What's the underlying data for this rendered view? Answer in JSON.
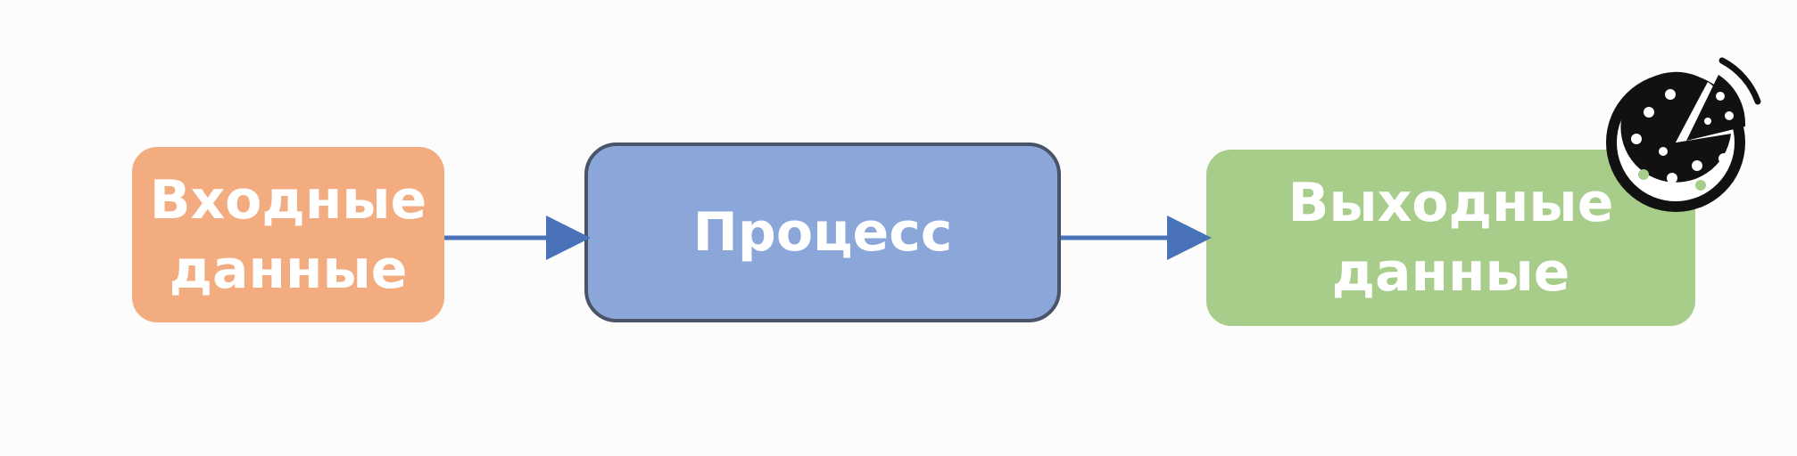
{
  "diagram": {
    "nodes": [
      {
        "id": "input",
        "label": "Входные\nданные",
        "color": "#f3ac7f"
      },
      {
        "id": "process",
        "label": "Процесс",
        "color": "#8ba7da"
      },
      {
        "id": "output",
        "label": "Выходные\nданные",
        "color": "#a8cd8b"
      }
    ],
    "edges": [
      {
        "from": "input",
        "to": "process"
      },
      {
        "from": "process",
        "to": "output"
      }
    ],
    "edge_color": "#4a72b8",
    "icon": "pizza-icon"
  }
}
